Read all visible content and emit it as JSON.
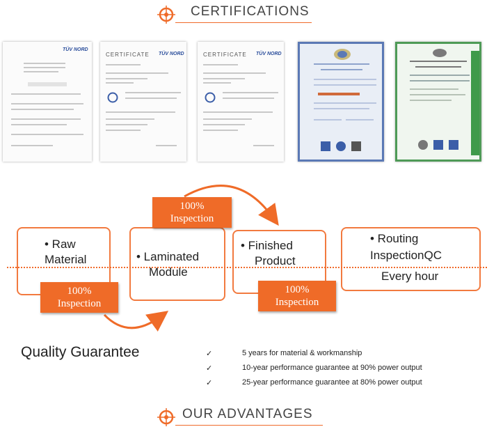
{
  "headers": {
    "certifications": "CERTIFICATIONS",
    "advantages": "OUR ADVANTAGES"
  },
  "certificates": [
    {
      "heading": "",
      "brand": "TÜV NORD"
    },
    {
      "heading": "CERTIFICATE",
      "brand": "TÜV NORD"
    },
    {
      "heading": "CERTIFICATE",
      "brand": "TÜV NORD"
    },
    {
      "heading": "",
      "brand": ""
    },
    {
      "heading": "",
      "brand": ""
    }
  ],
  "process": {
    "steps": [
      {
        "lines": [
          "• Raw",
          "Material"
        ]
      },
      {
        "lines": [
          "• Laminated",
          "Module"
        ]
      },
      {
        "lines": [
          "• Finished",
          "Product"
        ]
      },
      {
        "lines": [
          "• Routing",
          "InspectionQC",
          "Every hour"
        ]
      }
    ],
    "inspection_tags": [
      {
        "line1": "100%",
        "line2": "Inspection"
      },
      {
        "line1": "100%",
        "line2": "Inspection"
      },
      {
        "line1": "100%",
        "line2": "Inspection"
      }
    ]
  },
  "quality": {
    "title": "Quality Guarantee",
    "check_glyph": "✓",
    "items": [
      "5 years for material & workmanship",
      "10-year performance guarantee at 90% power output",
      "25-year performance guarantee at 80% power output"
    ]
  },
  "colors": {
    "accent": "#ef6b28",
    "box_border": "#f27a3f",
    "iso_blue": "#3b5ea8",
    "iso_green": "#3f9a4a"
  }
}
